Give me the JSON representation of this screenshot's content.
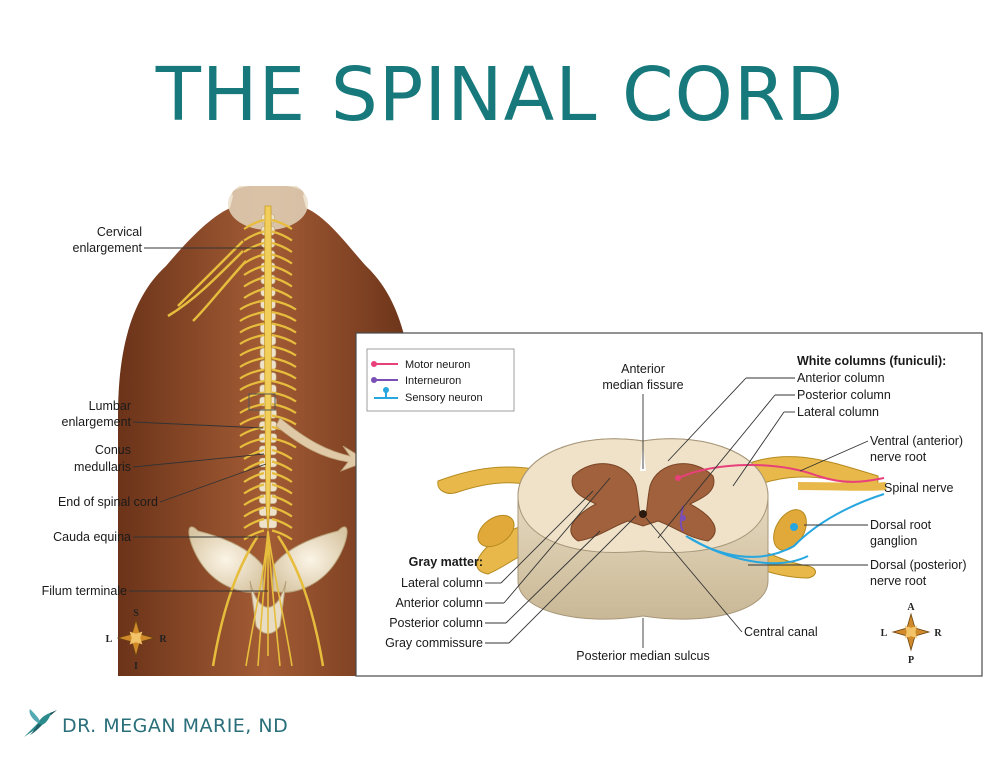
{
  "page": {
    "title": "THE SPINAL CORD",
    "brand": "DR. MEGAN MARIE, ND"
  },
  "posterior_view": {
    "labels": {
      "cervical": [
        "Cervical",
        "enlargement"
      ],
      "lumbar": [
        "Lumbar",
        "enlargement"
      ],
      "conus": [
        "Conus",
        "medullaris"
      ],
      "end": "End of spinal cord",
      "cauda": "Cauda equina",
      "filum": "Filum terminale"
    },
    "compass": {
      "top": "S",
      "bottom": "I",
      "left": "L",
      "right": "R"
    }
  },
  "cross_section": {
    "legend": [
      {
        "label": "Motor neuron",
        "color": "#e8407a"
      },
      {
        "label": "Interneuron",
        "color": "#7a4fb5"
      },
      {
        "label": "Sensory neuron",
        "color": "#27a6e0"
      }
    ],
    "labels": {
      "anterior_fissure": [
        "Anterior",
        "median fissure"
      ],
      "white_columns_title": "White columns (funiculi):",
      "anterior_column": "Anterior column",
      "posterior_column": "Posterior column",
      "lateral_column": "Lateral column",
      "ventral_root": [
        "Ventral (anterior)",
        "nerve root"
      ],
      "spinal_nerve": "Spinal nerve",
      "dorsal_ganglion": [
        "Dorsal root",
        "ganglion"
      ],
      "dorsal_root": [
        "Dorsal (posterior)",
        "nerve root"
      ],
      "gray_matter_title": "Gray matter:",
      "gm_lateral": "Lateral column",
      "gm_anterior": "Anterior column",
      "gm_posterior": "Posterior column",
      "gray_commissure": "Gray commissure",
      "central_canal": "Central canal",
      "posterior_sulcus": "Posterior median sulcus"
    },
    "compass": {
      "top": "A",
      "bottom": "P",
      "left": "L",
      "right": "R"
    }
  },
  "colors": {
    "title": "#17797b",
    "skin": "#8b4a2b",
    "nerve": "#e8c04a",
    "white_matter": "#efe2c8",
    "gray_matter": "#a0613c"
  }
}
